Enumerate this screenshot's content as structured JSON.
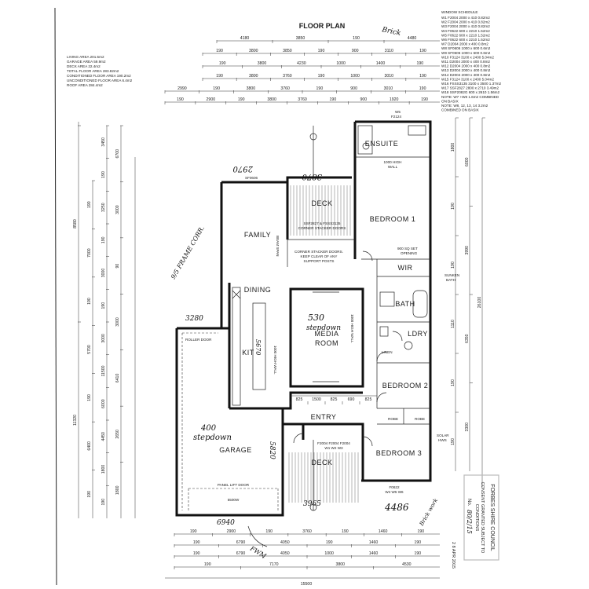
{
  "title": "FLOOR PLAN",
  "areas": [
    "LIVING AREA 201.5m2",
    "GARAGE AREA 59.9m2",
    "DECK AREA 22.4m2",
    "TOTAL FLOOR AREA 283.82m2",
    "CONDITIONED FLOOR AREA 190.2m2",
    "UNCONDITIONED FLOOR AREA 6.4m2",
    "ROOF AREA 284.4m2"
  ],
  "window_schedule": {
    "title": "WINDOW SCHEDULE",
    "items": [
      "W1  F2004  2000 x 410  0.82m2",
      "W2  F2004  2000 x 410  0.82m2",
      "W3  F2004  2000 x 410  0.82m2",
      "W4  F0622  600 x 2210  1.52m2",
      "W5  F0622  600 x 2210  1.52m2",
      "W6  F0622  600 x 2210  1.52m2",
      "W7  D2004  2000 x 400  0.8m2",
      "W8  SF0606  1000 x 600  0.6m2",
      "W9  SF0506  1000 x 600  0.6m2",
      "W10  F3124  3100 x 2400  5.04m2",
      "W11  D2004  2000 x 400  0.8m2",
      "W12  D2004  2000 x 400  0.8m2",
      "W13  D2004  2000 x 400  0.8m2",
      "W14  D2004  2000 x 400  0.8m2",
      "W15  F3124  3100 x 2400  5.04m2",
      "W16  FSSS3135  3100 x 3500  1.37m2",
      "W17  SSF2827  2800 x 2710  3.49m2",
      "W18  SSF2082G  600 x 2610  1.56m2",
      "NOTE: W7 +W8 1.6m2 COMBINED",
      "ON BASIX",
      "NOTE: W8, 12, 13, 14  3.2m2",
      "COMBINED ON BASIX"
    ]
  },
  "rooms": {
    "ensuite": "ENSUITE",
    "bedroom1": "BEDROOM 1",
    "family": "FAMILY",
    "dining": "DINING",
    "deck_top": "DECK",
    "media1": "MEDIA",
    "media2": "ROOM",
    "wir": "WIR",
    "bath": "BATH",
    "ldry": "LDRY",
    "linen": "LINEN",
    "bedroom2": "BEDROOM 2",
    "bedroom3": "BEDROOM 3",
    "entry": "ENTRY",
    "garage": "GARAGE",
    "deck_bottom": "DECK",
    "kit": "KIT",
    "robe1": "ROBE",
    "robe2": "ROBE"
  },
  "notes": {
    "wall_1000": "1000 HIGH",
    "wall_word": "WALL",
    "stacker": "SSF2827 & FSSS3135",
    "corner": "CORNER STACKER DOORS",
    "corner2": "CORNER STACKER DOORS.",
    "keep1": "KEEP CLEAR OF ANY",
    "keep2": "SUPPORT POSTS",
    "opening1": "900 SQ SET",
    "opening2": "OPENING",
    "sunken1": "SUNKEN",
    "sunken2": "BATH",
    "roller": "ROLLER DOOR",
    "panel": "PANEL LIFT DOOR",
    "panel_w": "5500W",
    "beam": "BEAM SPAN",
    "solar1": "SOLAR",
    "solar2": "HWS",
    "sf_top": "SF0606",
    "w5": "W5",
    "f2124": "F2124",
    "hw_wall": "1000 HIGH WALL",
    "hw_wall2": "1000 HIGH WALL",
    "deck_windows": "F2004 F2004 F2004",
    "deck_w_labels": "W1  W2  W3",
    "f0622": "F0622",
    "w_bottom": "W4 W5 W6"
  },
  "handwriting": {
    "brick": "Brick",
    "stepdown_garage1": "400",
    "stepdown_garage2": "stepdown",
    "stepdown_media1": "530",
    "stepdown_media2": "stepdown",
    "frame": "9/5 FRAME CORR.",
    "n3280": "3280",
    "n3870": "3870",
    "n2970": "2970",
    "n6940": "6940",
    "n4486": "4486",
    "n3965": "3965",
    "n5670": "5670",
    "n5820": "5820",
    "fwm": "FWM",
    "brick2": "Brick work"
  },
  "stamp": {
    "council": "FORBES SHIRE COUNCIL",
    "subject": "CONSENT GRANTED SUBJECT TO",
    "conditions": "CONDITIONS",
    "no": "No.",
    "no_val": "80/2/15",
    "date": "2 8 APR 2015"
  },
  "top_dims": {
    "r1": [
      "4180",
      "3850",
      "190",
      "4480"
    ],
    "r2": [
      "190",
      "3800",
      "3850",
      "190",
      "900",
      "3110",
      "190"
    ],
    "r3": [
      "190",
      "3800",
      "4230",
      "1000",
      "1400",
      "190"
    ],
    "r4": [
      "190",
      "3800",
      "3760",
      "190",
      "1000",
      "3010",
      "190"
    ],
    "r5": [
      "2990",
      "190",
      "3800",
      "3760",
      "190",
      "900",
      "3010",
      "190"
    ],
    "r6": [
      "190",
      "2900",
      "190",
      "3800",
      "3760",
      "190",
      "900",
      "1920",
      "190"
    ]
  },
  "bottom_dims": {
    "r1": [
      "190",
      "2900",
      "190",
      "3760",
      "190",
      "1460",
      "190"
    ],
    "r2": [
      "190",
      "6790",
      "4050",
      "190",
      "1460",
      "190"
    ],
    "r3": [
      "190",
      "6790",
      "4050",
      "1000",
      "1460",
      "190"
    ],
    "r4": [
      "190",
      "7170",
      "3800",
      "4530"
    ],
    "total": "15500"
  },
  "left_dims": {
    "outer": [
      "8580",
      "11320"
    ],
    "mid": [
      "190",
      "7000",
      "190",
      "5700",
      "190",
      "6400",
      "190"
    ],
    "inner": [
      "3450",
      "190",
      "3250",
      "190",
      "3000",
      "190",
      "3000",
      "11500",
      "6000",
      "4450",
      "1800",
      "190"
    ],
    "inner2": [
      "6700",
      "3000",
      "90",
      "3000",
      "6410",
      "2650",
      "1800"
    ]
  },
  "right_dims": {
    "outer": [
      "26100"
    ],
    "mid": [
      "6000",
      "3990",
      "6350",
      "3300"
    ],
    "inner": [
      "1800",
      "190",
      "190",
      "1110",
      "190",
      "190"
    ]
  },
  "entry_dims": [
    "825",
    "1500",
    "825",
    "690",
    "825"
  ]
}
